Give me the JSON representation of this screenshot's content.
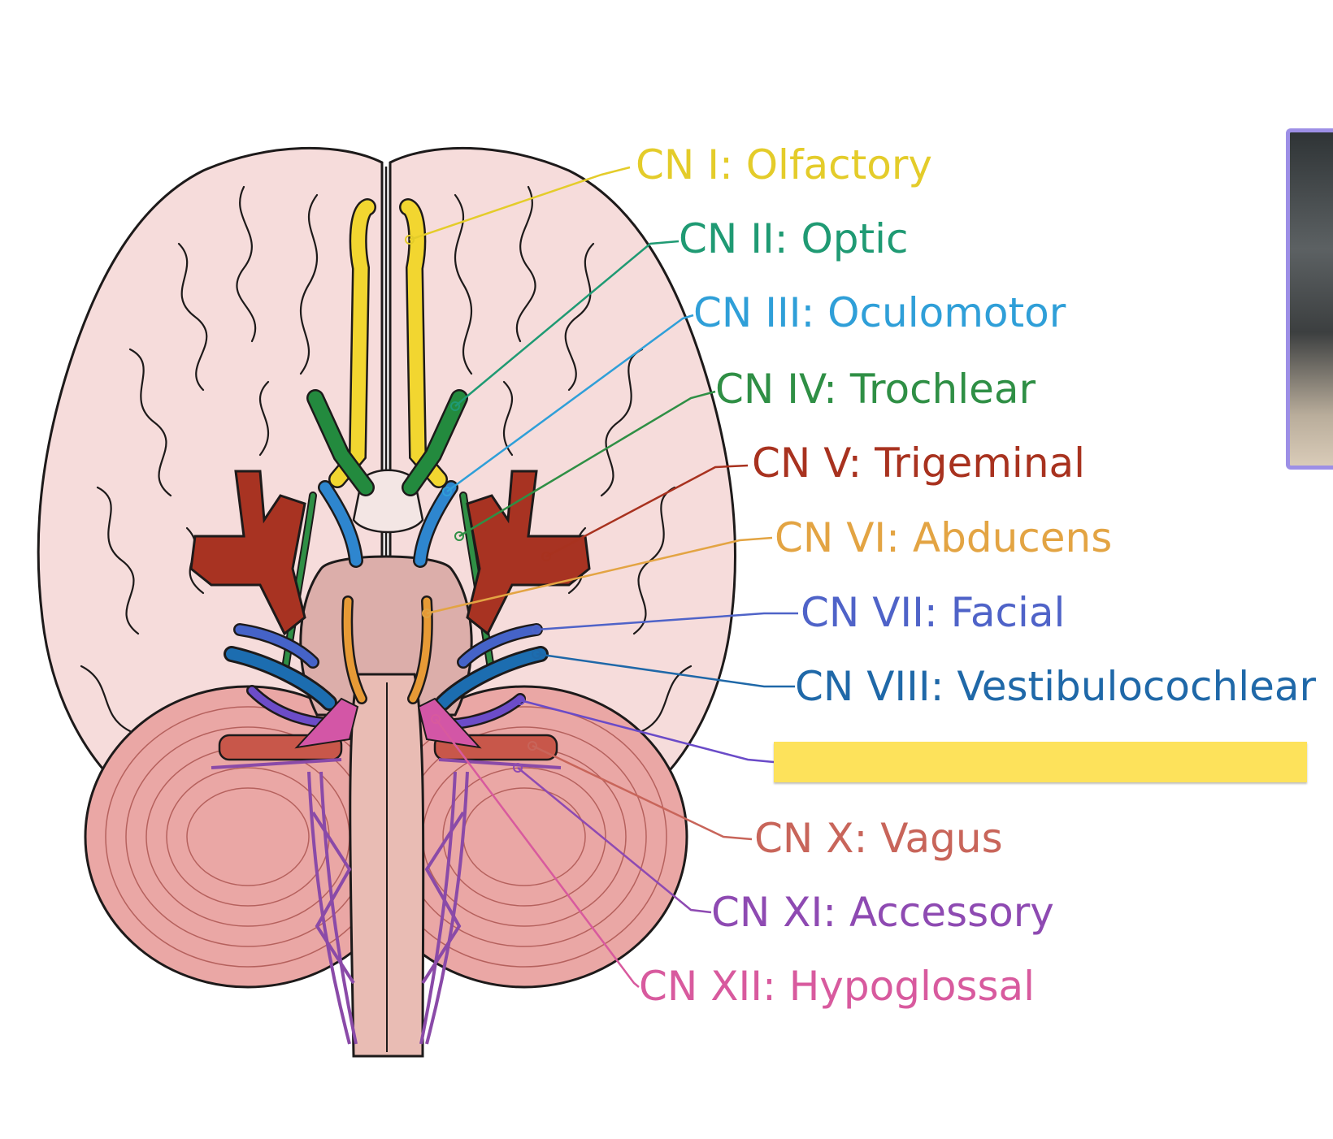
{
  "labels": [
    {
      "id": "cn1",
      "text": "CN I: Olfactory",
      "color": "#e4cc2a"
    },
    {
      "id": "cn2",
      "text": "CN II: Optic",
      "color": "#1f9a73"
    },
    {
      "id": "cn3",
      "text": "CN III: Oculomotor",
      "color": "#2f9fd8"
    },
    {
      "id": "cn4",
      "text": "CN IV: Trochlear",
      "color": "#2f8f45"
    },
    {
      "id": "cn5",
      "text": "CN V: Trigeminal",
      "color": "#a8321f"
    },
    {
      "id": "cn6",
      "text": "CN VI: Abducens",
      "color": "#e3a443"
    },
    {
      "id": "cn7",
      "text": "CN VII: Facial",
      "color": "#4f63c8"
    },
    {
      "id": "cn8",
      "text": "CN VIII: Vestibulocochlear",
      "color": "#1f68a8"
    },
    {
      "id": "cn10",
      "text": "CN X: Vagus",
      "color": "#c8655a"
    },
    {
      "id": "cn11",
      "text": "CN XI: Accessory",
      "color": "#8e4ab2"
    },
    {
      "id": "cn12",
      "text": "CN XII: Hypoglossal",
      "color": "#d85a9e"
    }
  ],
  "redacted_label": {
    "color": "#fde25b",
    "leader_color": "#6a4bc8"
  },
  "colors": {
    "brain_fill": "#f6dcdb",
    "outline": "#1d1a1a",
    "olfactory": "#f2d630",
    "optic": "#238a3e",
    "oculomotor": "#2e86cf",
    "trigeminal": "#a83322",
    "abducens": "#e79a36",
    "facial": "#4563c8",
    "vestibulocochlear": "#1c6db0",
    "glossopharyngeal": "#6c4cc8",
    "vagus": "#c8574a",
    "accessory": "#8a4aa8",
    "hypoglossal": "#d356a6",
    "cerebellum": "#eaa7a5",
    "brainstem": "#e9bcb4",
    "pons": "#dcaeaa",
    "chiasm": "#f3e6e4"
  },
  "video_thumbnail": {
    "border": "#9d8fe6"
  }
}
